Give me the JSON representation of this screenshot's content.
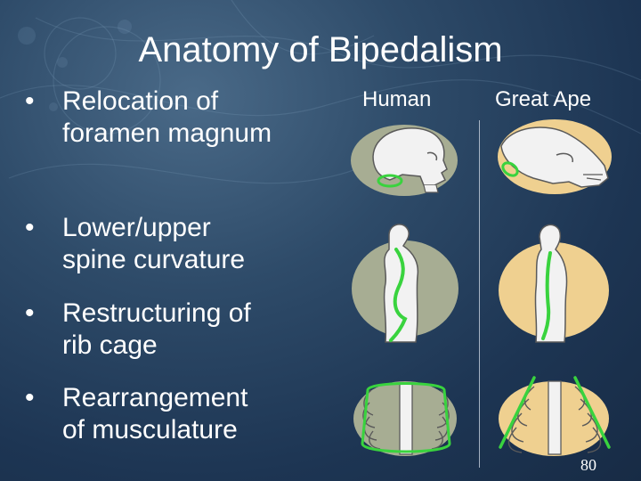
{
  "slide": {
    "title": "Anatomy of Bipedalism",
    "bullets": [
      {
        "text": "Relocation of\nforamen magnum"
      },
      {
        "text": "Lower/upper\nspine curvature"
      },
      {
        "text": "Restructuring of\nrib cage"
      },
      {
        "text": "Rearrangement\nof musculature"
      }
    ],
    "bullet_glyph": "•",
    "columns": {
      "human": "Human",
      "ape": "Great Ape"
    },
    "page_number": "80"
  },
  "colors": {
    "human_bg": "#a7ad93",
    "ape_bg": "#efd090",
    "highlight": "#39d33e",
    "bone": "#f2f2f2",
    "outline": "#5a5a5a"
  }
}
